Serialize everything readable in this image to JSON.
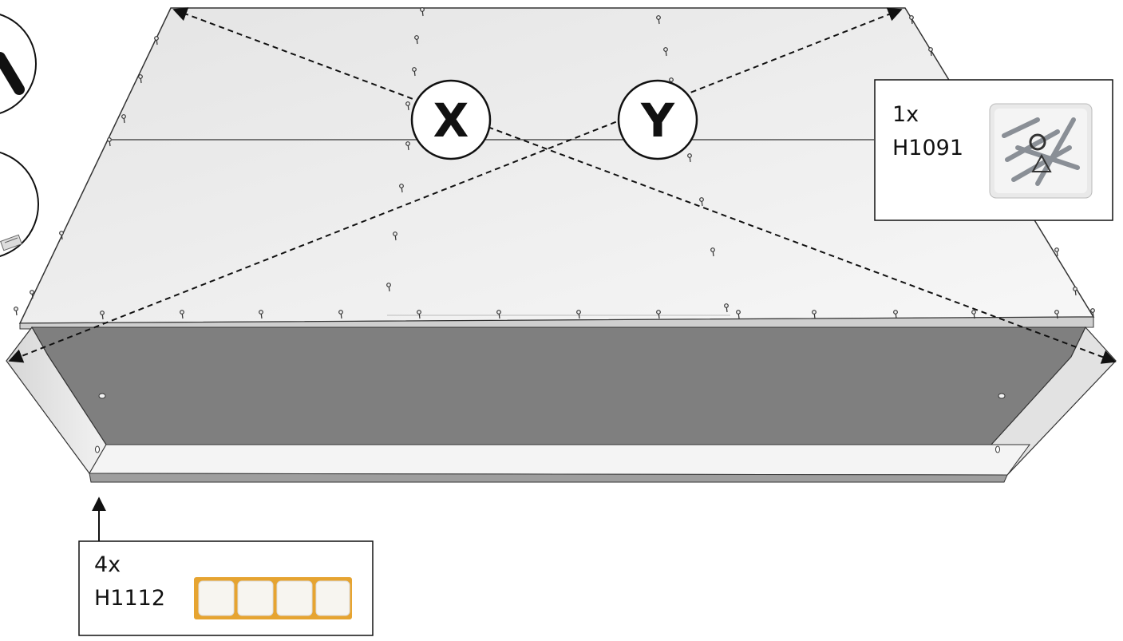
{
  "markers": {
    "x": "X",
    "y": "Y"
  },
  "callouts": {
    "fixings": {
      "quantity": "1x",
      "code": "H1091"
    },
    "felt_pads": {
      "quantity": "4x",
      "code": "H1112"
    }
  },
  "colors": {
    "panel_top": "#ececec",
    "panel_inner_back": "#7f7f7f",
    "panel_edge": "#d9d9d9",
    "line": "#222222",
    "felt_pad": "#f7f5f0",
    "backing_strip": "#e6a431"
  },
  "icons": {
    "fixings_bag": "screw-bag-icon",
    "felt_pads": "felt-pads-icon",
    "arrow": "arrow-up-icon"
  }
}
